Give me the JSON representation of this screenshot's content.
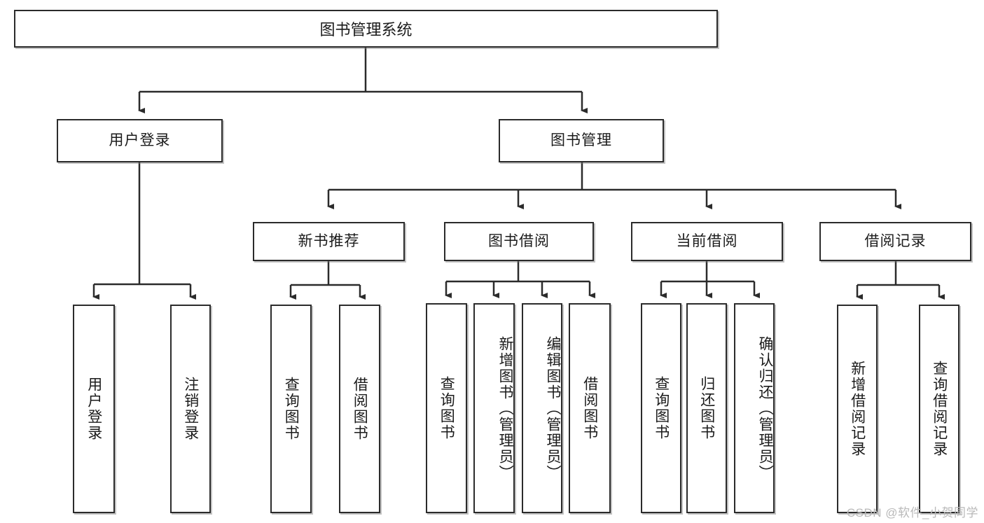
{
  "diagram": {
    "title": "图书管理系统",
    "type": "functional-structure-tree",
    "watermark": "CSDN @软件_小贺同学",
    "colors": {
      "box_border": "#2b2b2b",
      "box_fill": "#ffffff",
      "connector": "#2b2b2b",
      "text": "#1b1b1b",
      "watermark": "#b9b9b9"
    },
    "levels": {
      "root": "图书管理系统",
      "level2": [
        "用户登录",
        "图书管理"
      ],
      "level3": [
        "新书推荐",
        "图书借阅",
        "当前借阅",
        "借阅记录"
      ]
    },
    "nodes": {
      "root": "图书管理系统",
      "user_login": "用户登录",
      "book_manage": "图书管理",
      "new_book_rec": "新书推荐",
      "book_borrow": "图书借阅",
      "current_borrow": "当前借阅",
      "borrow_record": "借阅记录",
      "leaf_user_login": "用户登录",
      "leaf_logout": "注销登录",
      "leaf_rec_query": "查询图书",
      "leaf_rec_borrow": "借阅图书",
      "leaf_borrow_query": "查询图书",
      "leaf_borrow_add": "新增图书（管理员）",
      "leaf_borrow_edit": "编辑图书（管理员）",
      "leaf_borrow_borrow": "借阅图书",
      "leaf_cur_query": "查询图书",
      "leaf_cur_return": "归还图书",
      "leaf_cur_confirm": "确认归还（管理员）",
      "leaf_rec_add": "新增借阅记录",
      "leaf_rec_search": "查询借阅记录"
    }
  }
}
